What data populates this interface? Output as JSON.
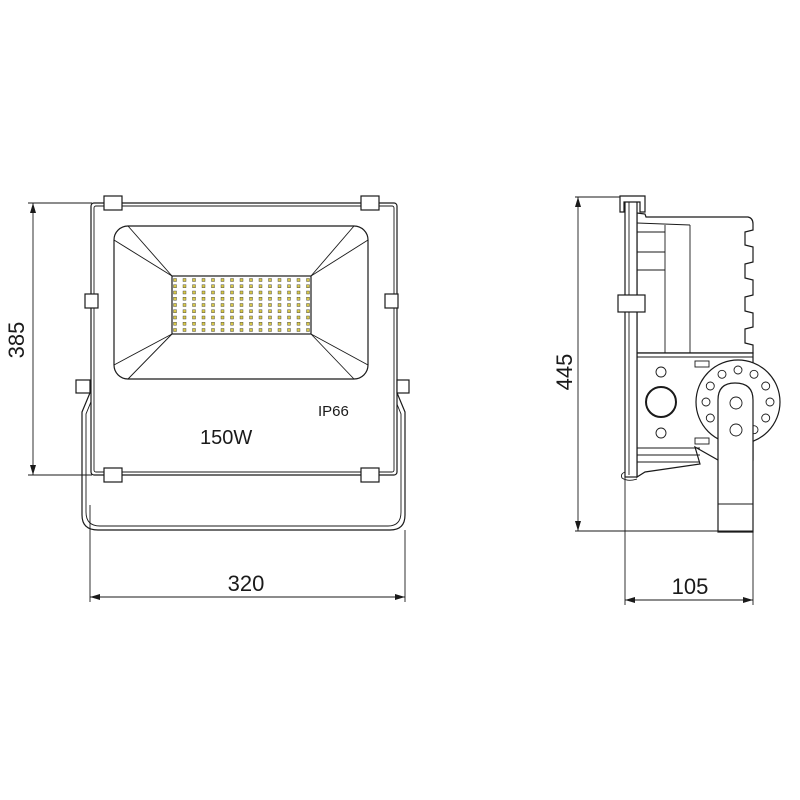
{
  "front_view": {
    "power_label": "150W",
    "ip_rating": "IP66",
    "led_grid": {
      "columns": 15,
      "rows": 9,
      "led_color": "#d8c84a"
    }
  },
  "dimensions": {
    "height_front": "385",
    "width_front": "320",
    "height_side": "445",
    "depth_side": "105"
  }
}
